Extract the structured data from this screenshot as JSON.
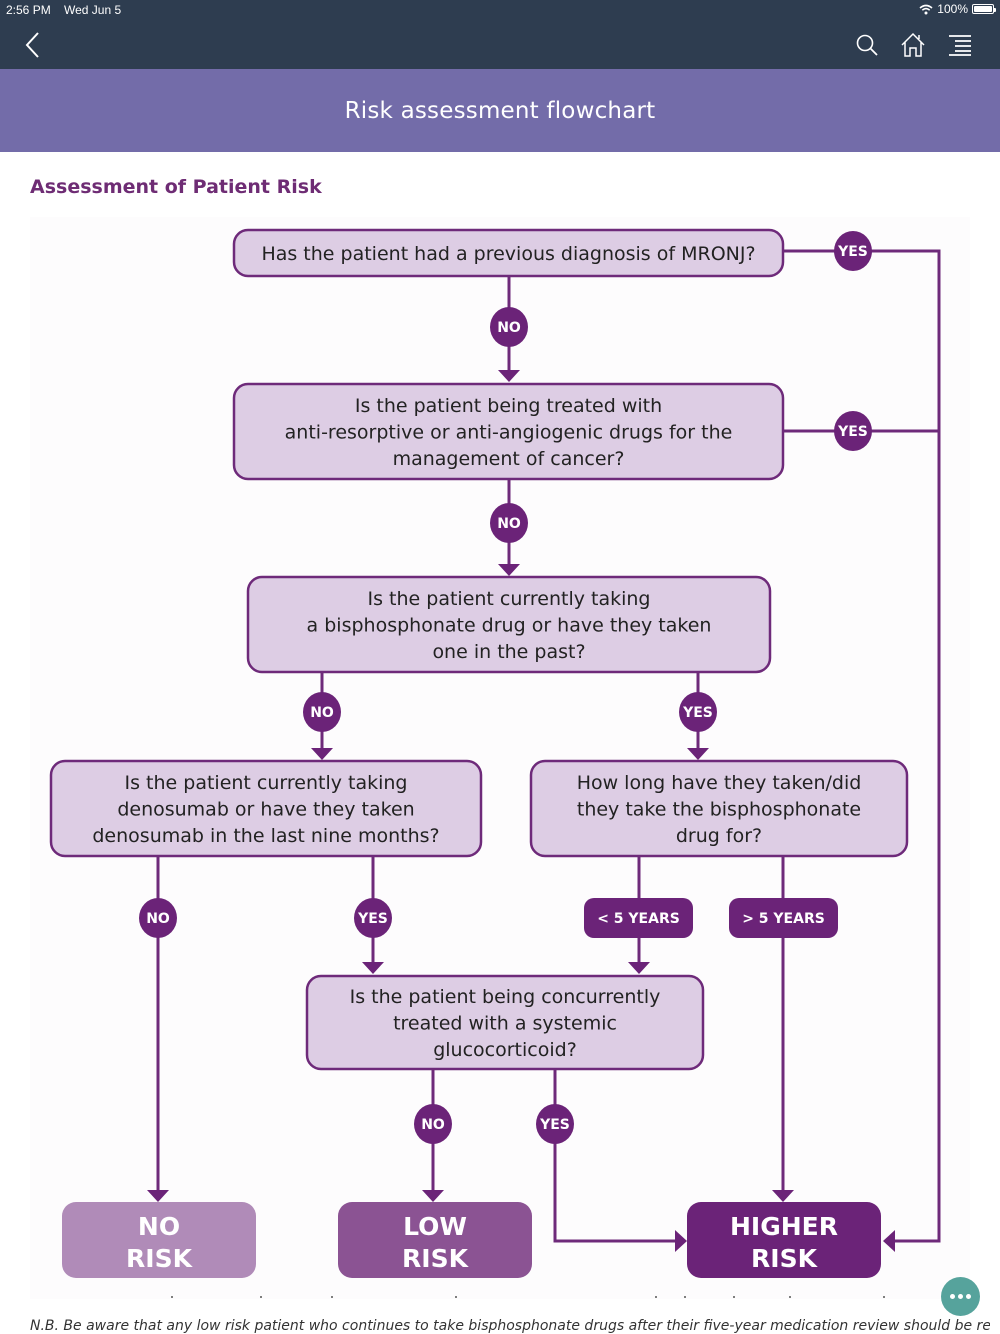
{
  "status_bar": {
    "time": "2:56 PM",
    "date": "Wed Jun 5",
    "battery": "100%",
    "icons": [
      "wifi-icon",
      "battery-icon"
    ]
  },
  "nav_bar": {
    "back_icon": "chevron-left-icon",
    "actions": [
      {
        "name": "search-button",
        "icon": "search-icon"
      },
      {
        "name": "home-button",
        "icon": "home-icon"
      },
      {
        "name": "menu-button",
        "icon": "menu-icon"
      }
    ]
  },
  "page": {
    "title": "Risk assessment flowchart",
    "section_heading": "Assessment of Patient Risk",
    "footnote": "N.B. Be aware that any low risk patient who continues to take bisphosphonate drugs after their five-year medication review should be reclassified",
    "fab_icon": "more-horizontal-icon"
  },
  "colors": {
    "dark_nav": "#2e3d50",
    "title_bar": "#736ca9",
    "heading": "#6e2c74",
    "node_fill": "#ddcde4",
    "node_stroke": "#6e2a7a",
    "pill": "#6b2378",
    "no_risk": "#b08bb8",
    "low_risk": "#8b5393",
    "higher_risk": "#6b2378",
    "fab": "#56a39c"
  },
  "flowchart": {
    "questions": {
      "q1": [
        "Has the patient had a previous diagnosis of MRONJ?"
      ],
      "q2": [
        "Is the patient being treated with",
        "anti-resorptive or anti-angiogenic drugs for the",
        "management of cancer?"
      ],
      "q3": [
        "Is the patient currently taking",
        "a bisphosphonate drug or have they taken",
        "one in the past?"
      ],
      "q4": [
        "Is the patient currently taking",
        "denosumab or have they taken",
        "denosumab in the last nine months?"
      ],
      "q5": [
        "How long have they taken/did",
        "they take the bisphosphonate",
        "drug for?"
      ],
      "q6": [
        "Is the patient being concurrently",
        "treated with a systemic",
        "glucocorticoid?"
      ]
    },
    "labels": {
      "yes": "YES",
      "no": "NO",
      "lt5": "< 5 YEARS",
      "gt5": "> 5 YEARS"
    },
    "outcomes": {
      "no_risk": [
        "NO",
        "RISK"
      ],
      "low_risk": [
        "LOW",
        "RISK"
      ],
      "higher_risk": [
        "HIGHER",
        "RISK"
      ]
    }
  }
}
